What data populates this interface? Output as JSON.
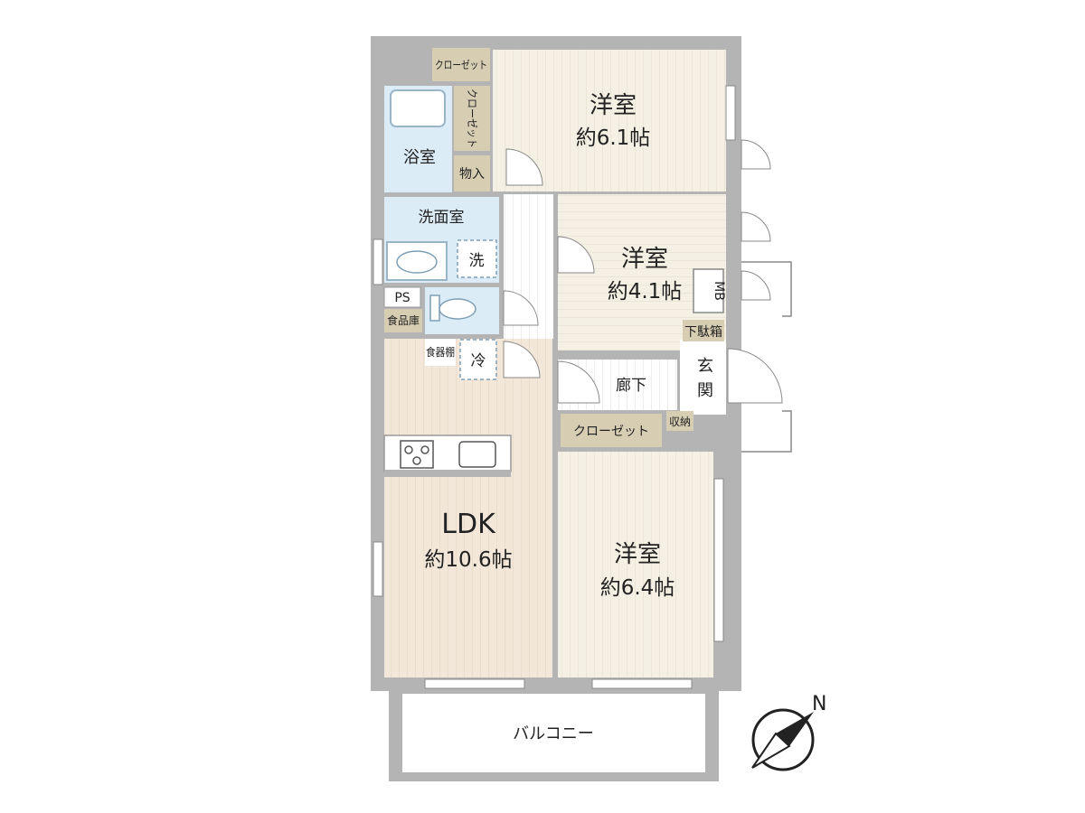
{
  "rooms": {
    "bedroom_north": {
      "name": "洋室",
      "size": "約6.1帖"
    },
    "bedroom_middle": {
      "name": "洋室",
      "size": "約4.1帖"
    },
    "bedroom_south": {
      "name": "洋室",
      "size": "約6.4帖"
    },
    "ldk": {
      "name": "LDK",
      "size": "約10.6帖"
    },
    "bath": {
      "name": "浴室"
    },
    "washroom": {
      "name": "洗面室"
    },
    "washer": {
      "name": "洗"
    },
    "fridge": {
      "name": "冷"
    },
    "hallway": {
      "name": "廊下"
    },
    "entrance": {
      "name": "玄関"
    },
    "balcony": {
      "name": "バルコニー"
    }
  },
  "storage": {
    "closet_top": "クローゼット",
    "closet_vertical": "クローゼット",
    "storage_in": "物入",
    "ps": "PS",
    "pantry": "食品庫",
    "dish_shelf": "食器棚",
    "mb": "MB",
    "shoe_box": "下駄箱",
    "small_storage": "収納",
    "closet_hall": "クローゼット"
  },
  "compass": {
    "label": "N"
  },
  "colors": {
    "wall": "#b4b4b4",
    "room_floor": "#f3efe2",
    "ldk_floor": "#f2e6d8",
    "wet_area": "#dcecf7",
    "storage": "#d6cdb2",
    "hall_floor": "#ffffff"
  }
}
